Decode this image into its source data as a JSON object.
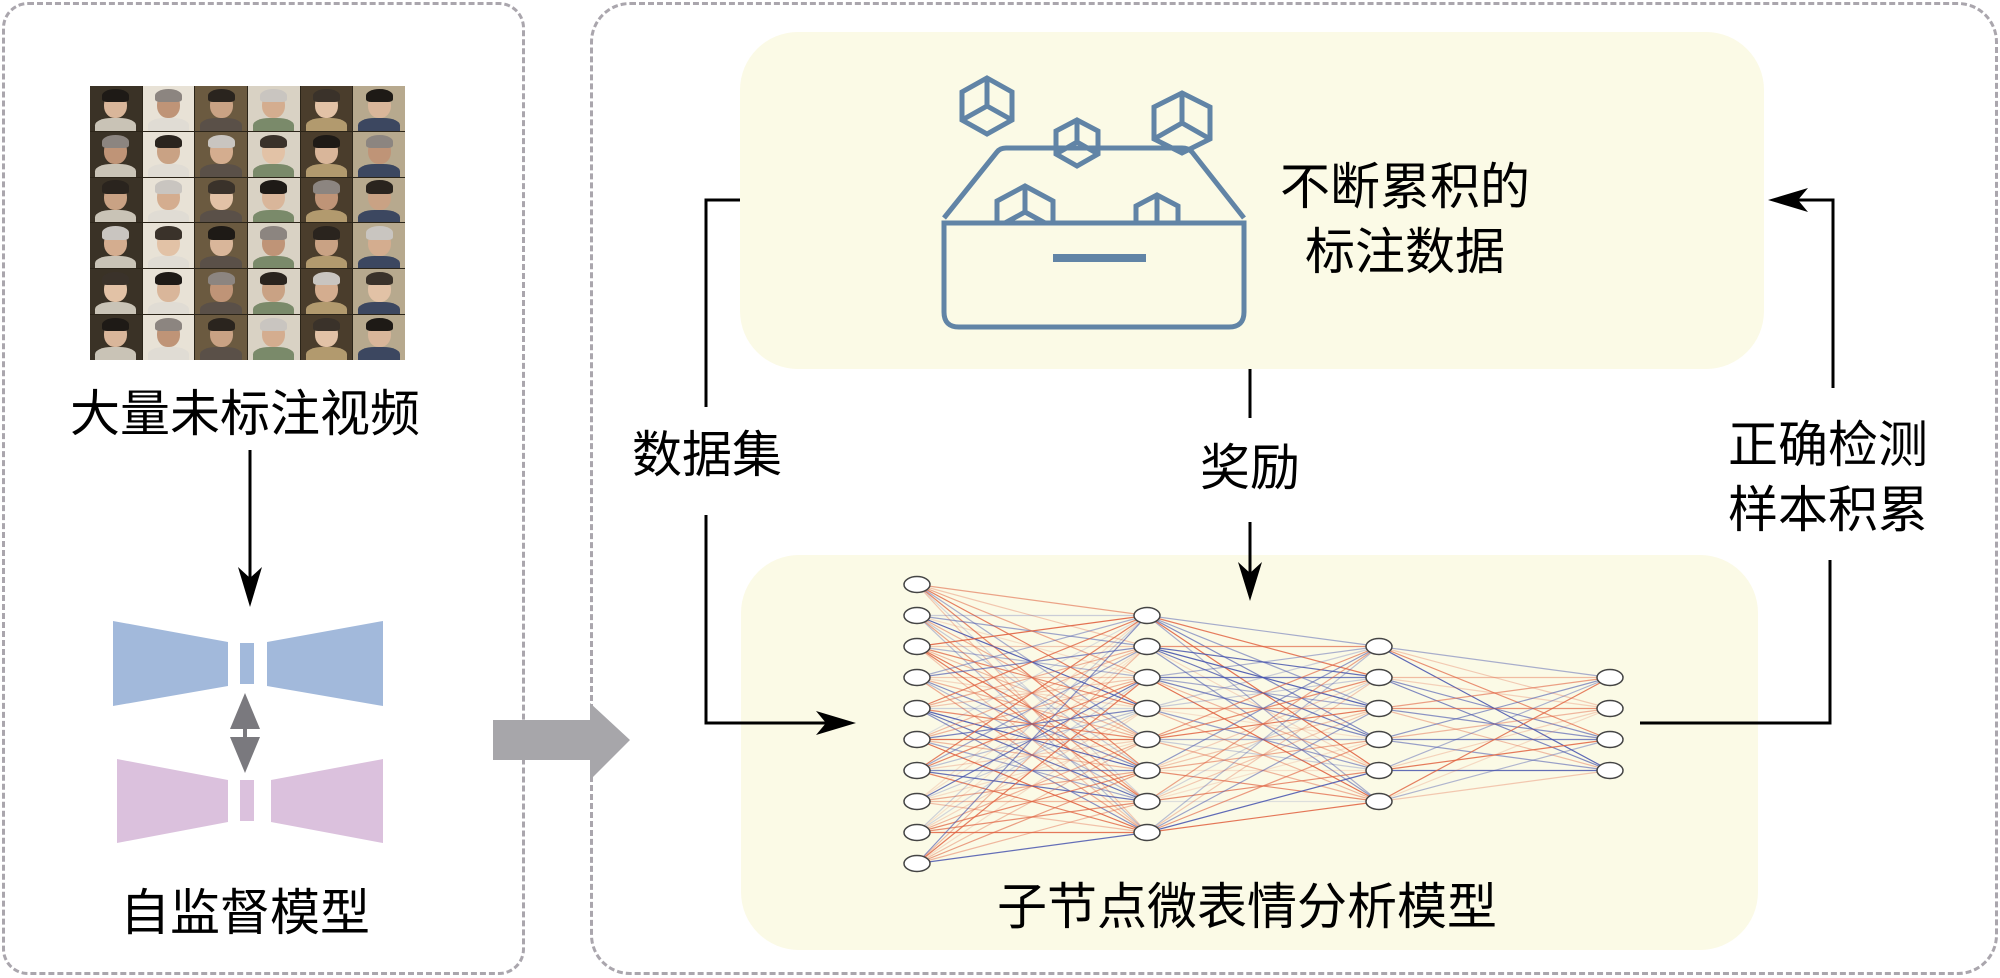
{
  "left_panel": {
    "top_label": "大量未标注视频",
    "bottom_label": "自监督模型",
    "image_grid": {
      "rows": 6,
      "cols": 6,
      "icon": "face-video-thumbnails"
    },
    "model_icon": "autoencoder-bowtie-pair"
  },
  "right_panel": {
    "data_box": {
      "label_lines": [
        "不断累积的",
        "标注数据"
      ],
      "icon": "box-with-cubes-icon"
    },
    "model_box": {
      "label": "子节点微表情分析模型",
      "network_layers": [
        10,
        8,
        6,
        4
      ]
    },
    "edges": {
      "dataset_label": "数据集",
      "reward_label": "奖励",
      "feedback_label_lines": [
        "正确检测",
        "样本积累"
      ]
    }
  },
  "colors": {
    "panel_border": "#aaa6ad",
    "highlight_box": "#fbfae6",
    "encoder_blue": "#a2b9db",
    "decoder_pink": "#dbc1dd",
    "transfer_arrow": "#a7a6aa",
    "icon_blue": "#6184a6",
    "edge_positive": "#e0603f",
    "edge_negative": "#4552ad"
  }
}
